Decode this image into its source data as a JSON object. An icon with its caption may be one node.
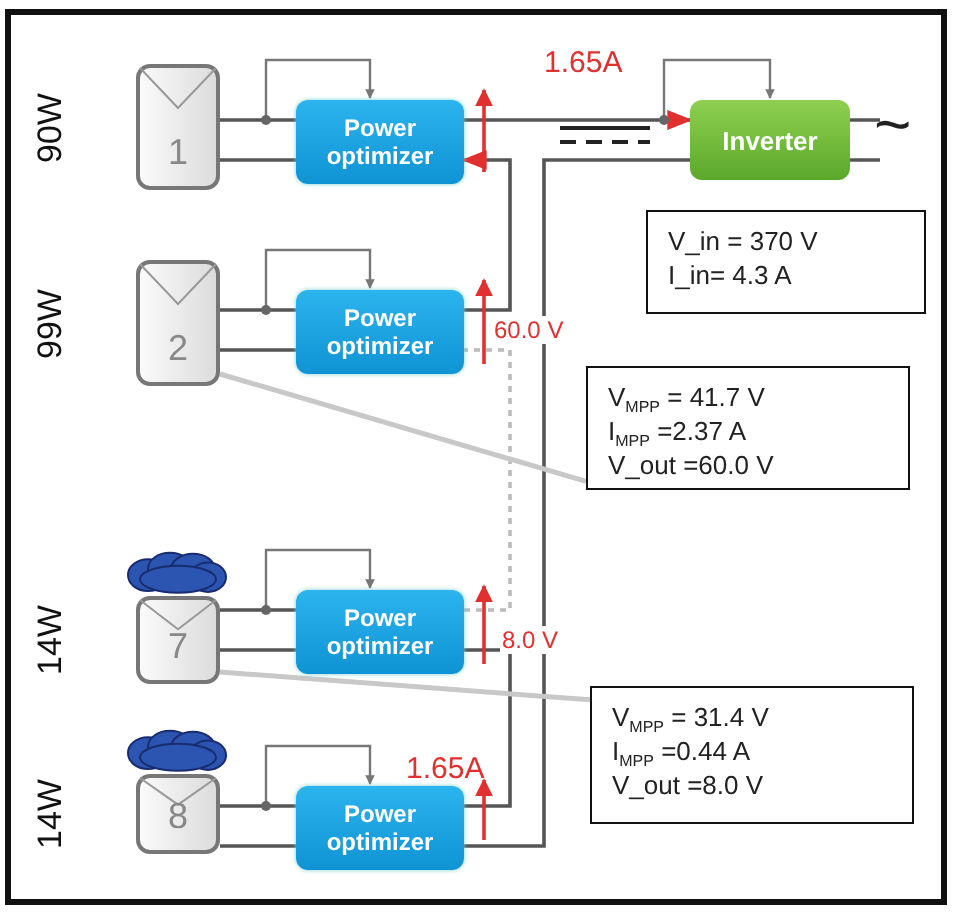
{
  "diagram": {
    "nodes": [
      {
        "text": [
          "1"
        ],
        "beside": [
          "90W"
        ]
      },
      {
        "text": [
          "Power optimizer"
        ]
      },
      {
        "text": [
          "2"
        ],
        "beside": [
          "99W"
        ]
      },
      {
        "text": [
          "Power optimizer"
        ]
      },
      {
        "text": [
          "7"
        ],
        "beside": [
          "14W"
        ]
      },
      {
        "text": [
          "Power optimizer"
        ]
      },
      {
        "text": [
          "8"
        ],
        "beside": [
          "14W"
        ]
      },
      {
        "text": [
          "Power optimizer"
        ]
      },
      {
        "text": [
          "Inverter"
        ]
      },
      {
        "text": [
          "V_in = 370 V",
          "I_in= 4.3 A"
        ]
      },
      {
        "text": [
          "V$_{MPP}$ = 41.7 V",
          "I$_{MPP}$ =2.37 A",
          "V_out =60.0 V"
        ]
      },
      {
        "text": [
          "V$_{MPP}$ = 31.4 V",
          "I$_{MPP}$ =0.44 A",
          "V_out =8.0 V"
        ]
      }
    ],
    "edges": [
      {
        "from": 0,
        "to": 1,
        "arrow": "none"
      },
      {
        "from": 2,
        "to": 3,
        "arrow": "none"
      },
      {
        "from": 4,
        "to": 5,
        "arrow": "none"
      },
      {
        "from": 6,
        "to": 7,
        "arrow": "none"
      },
      {
        "from": 3,
        "to": 1,
        "arrow": "to"
      },
      {
        "from": 5,
        "to": 3,
        "arrow": "none",
        "style": "dashed",
        "color": "#bbbbbb"
      },
      {
        "from": 7,
        "to": 5,
        "arrow": "none"
      },
      {
        "from": 1,
        "to": 8,
        "arrow": "to"
      },
      {
        "from": 7,
        "to": 8,
        "arrow": "none"
      },
      {
        "from": 10,
        "to": 2,
        "arrow": "none",
        "color": "#c8c8c8"
      },
      {
        "from": 11,
        "to": 4,
        "arrow": "none",
        "color": "#c8c8c8"
      },
      {
        "from": 0,
        "to": 1,
        "arrow": "none"
      },
      {
        "from": 2,
        "to": 3,
        "arrow": "none"
      },
      {
        "from": 4,
        "to": 5,
        "arrow": "none"
      },
      {
        "from": 6,
        "to": 7,
        "arrow": "none"
      }
    ],
    "labels": [
      "1.65A",
      "~",
      "60.0 V",
      "8.0 V",
      "1.65A"
    ]
  }
}
